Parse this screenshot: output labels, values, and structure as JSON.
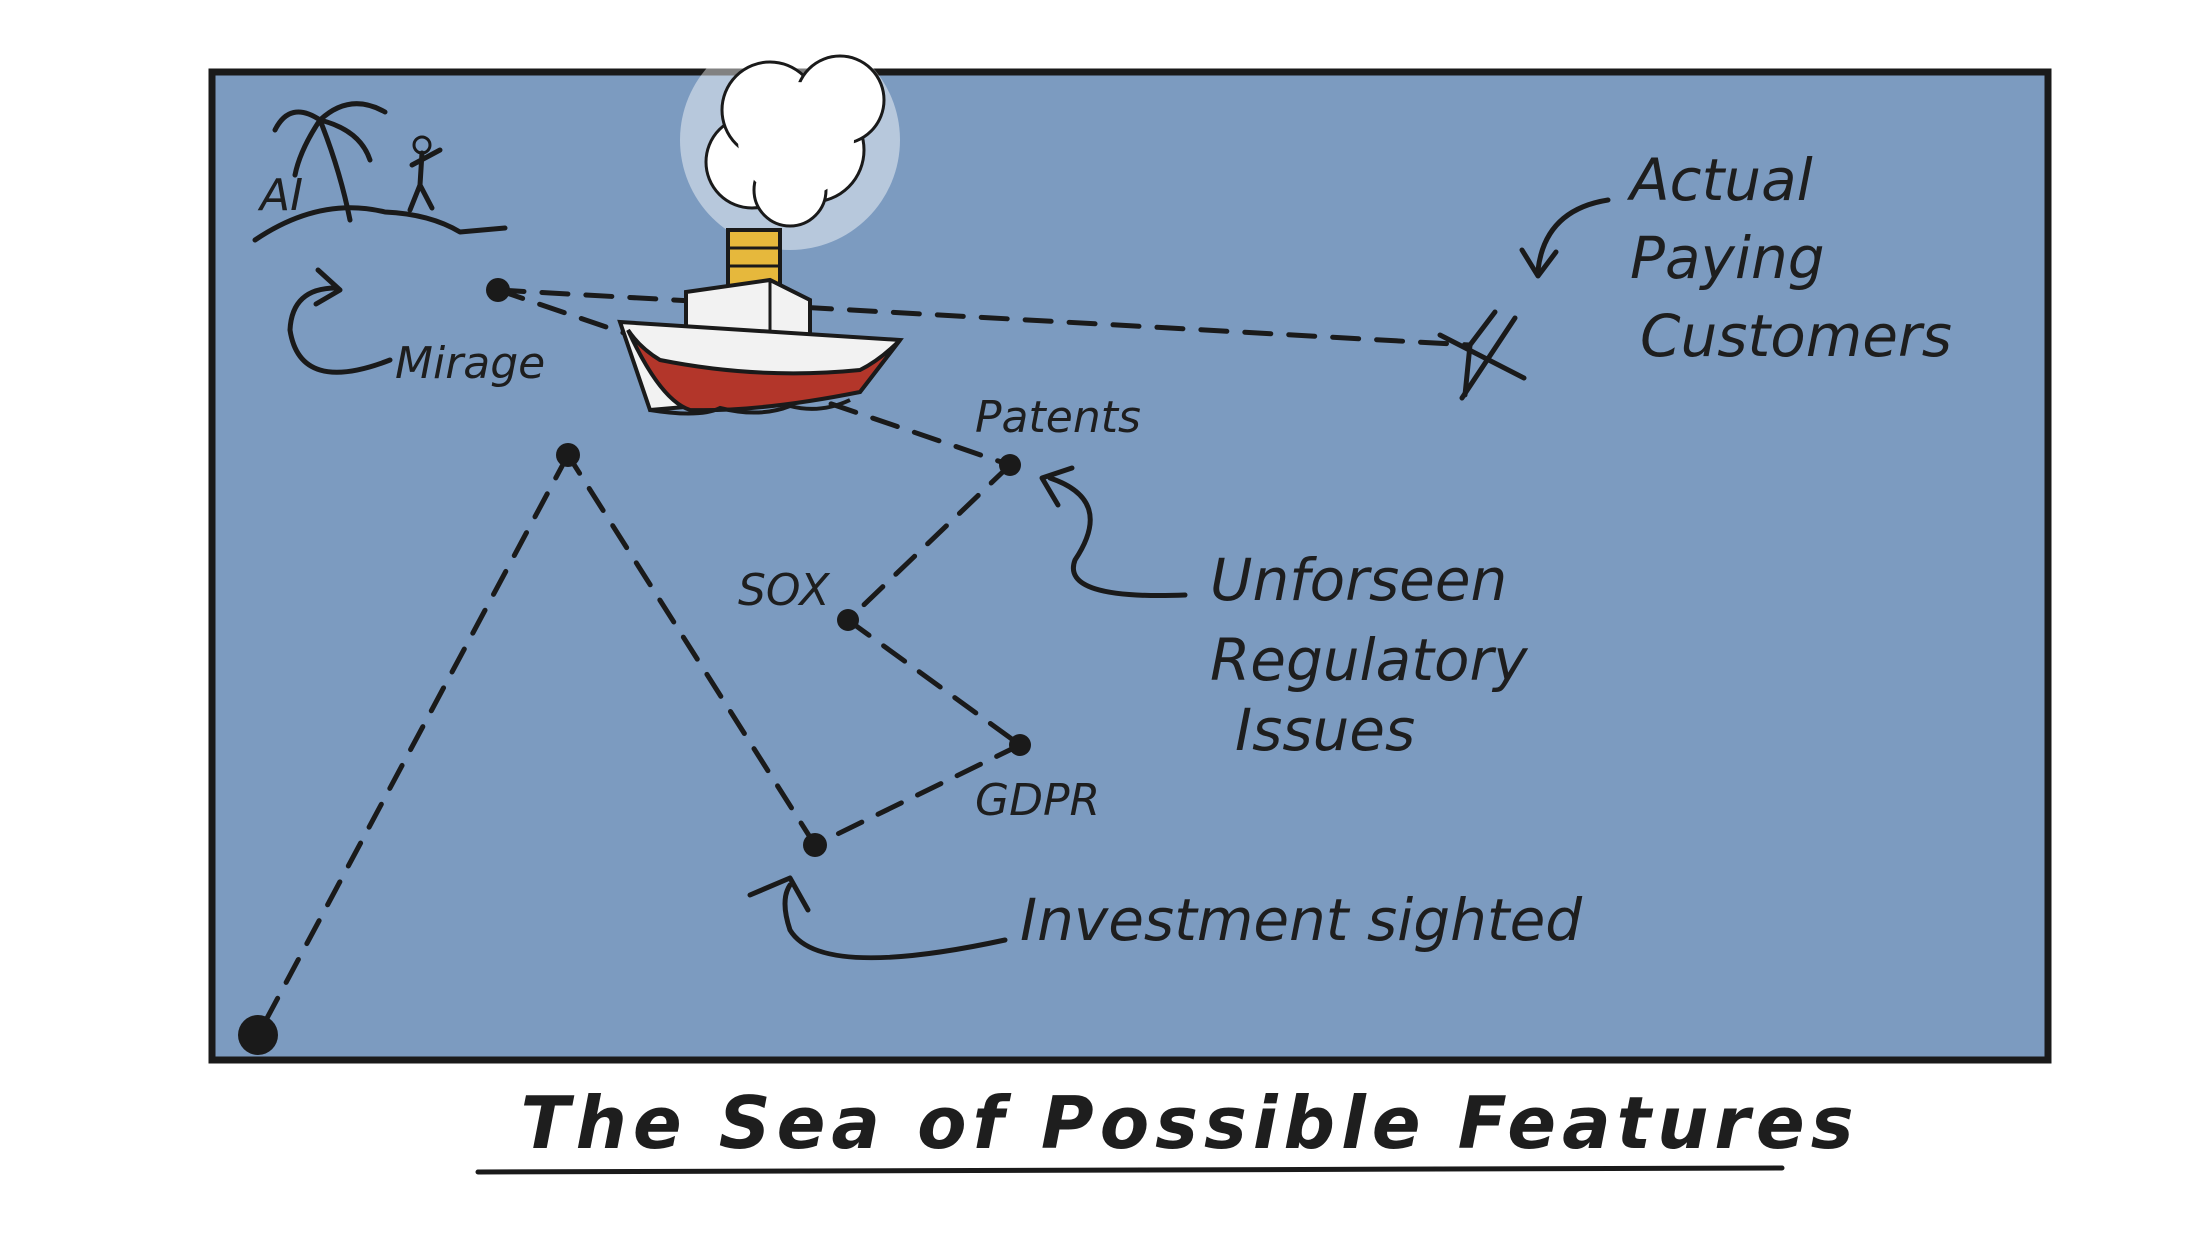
{
  "title": "The Sea of Possible Features",
  "labels": {
    "ai": "AI",
    "mirage": "Mirage",
    "actual_paying_customers": [
      "Actual",
      "Paying",
      "Customers"
    ],
    "patents": "Patents",
    "sox": "SOX",
    "gdpr": "GDPR",
    "unforseen_regulatory_issues": [
      "Unforseen",
      "Regulatory",
      "Issues"
    ],
    "investment_sighted": "Investment sighted"
  },
  "colors": {
    "sea": "#7c9bc0",
    "ink": "#1a1a1a",
    "hull": "#b3362a",
    "cabin": "#f2f2f2",
    "funnel": "#e6b83c",
    "smoke": "#ffffff"
  }
}
